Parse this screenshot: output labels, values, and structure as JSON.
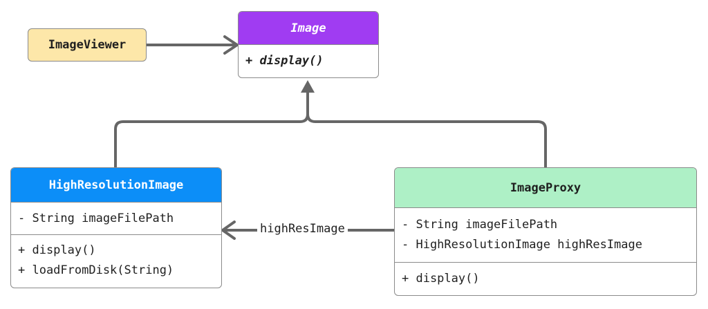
{
  "diagram": {
    "image_viewer": {
      "name": "ImageViewer"
    },
    "image": {
      "name": "Image",
      "methods": [
        "+ display()"
      ]
    },
    "high_resolution_image": {
      "name": "HighResolutionImage",
      "fields": [
        "- String imageFilePath"
      ],
      "methods": [
        "+ display()",
        "+ loadFromDisk(String)"
      ]
    },
    "image_proxy": {
      "name": "ImageProxy",
      "fields": [
        "- String imageFilePath",
        "- HighResolutionImage highResImage"
      ],
      "methods": [
        "+ display()"
      ]
    },
    "edges": {
      "association_label": "highResImage"
    }
  },
  "colors": {
    "image_viewer_fill": "#fde7a9",
    "image_header": "#a03cf2",
    "high_resolution_header": "#0c8ef8",
    "image_proxy_header": "#aef0c6",
    "connector": "#666666"
  }
}
